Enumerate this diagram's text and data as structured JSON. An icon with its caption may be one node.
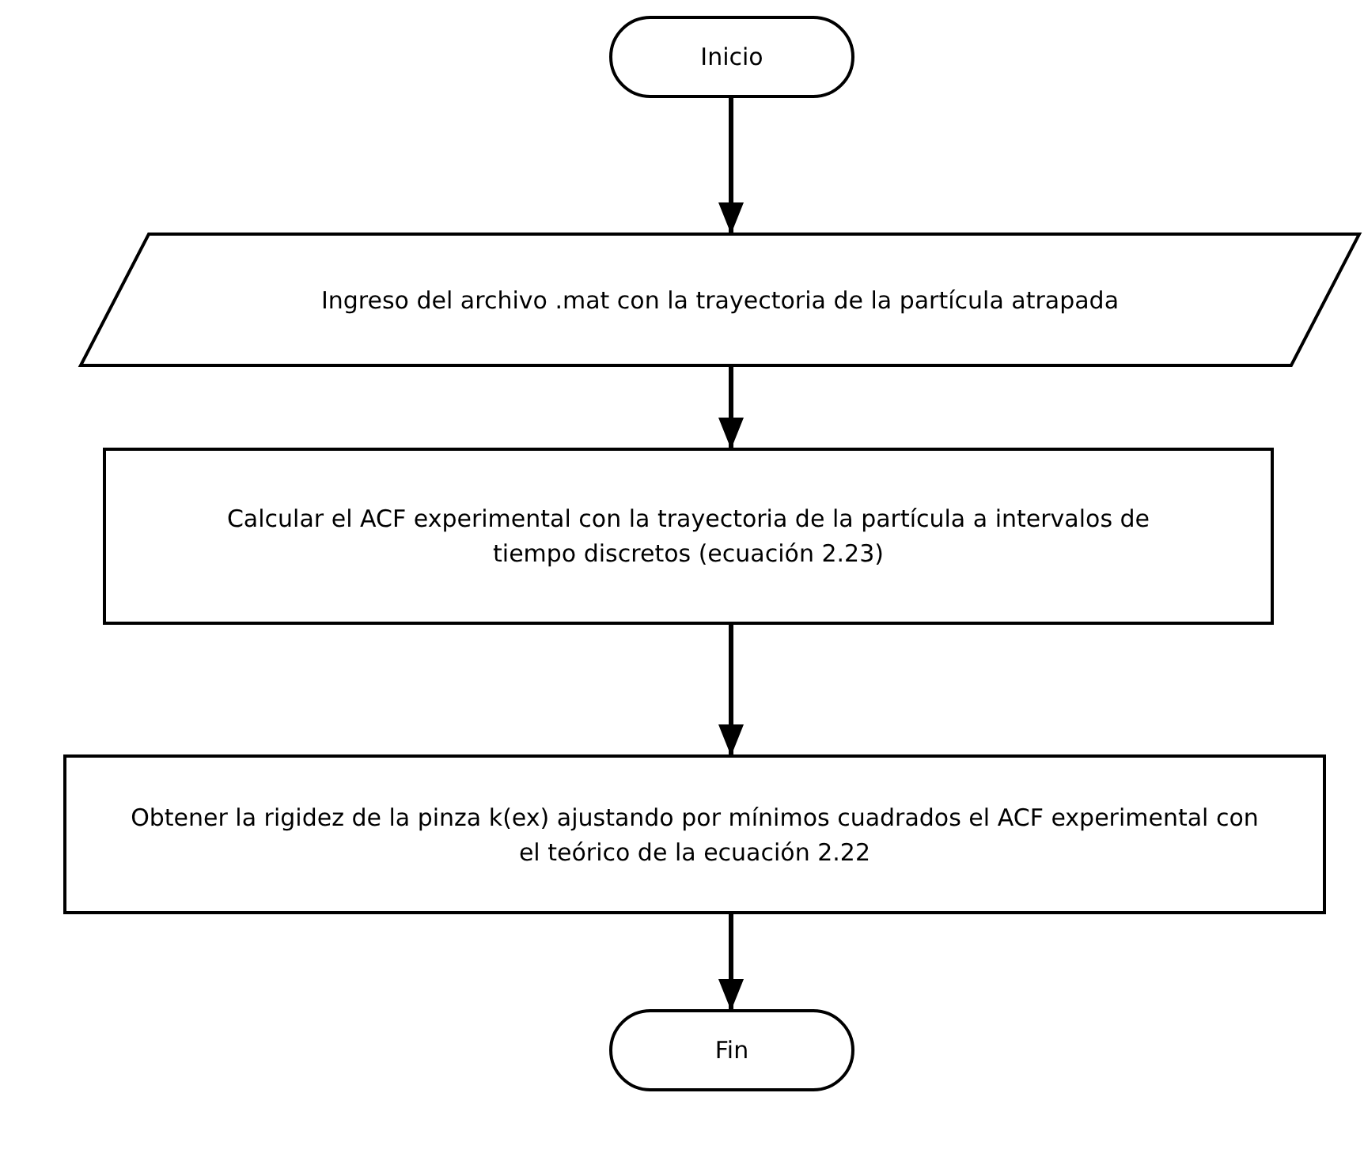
{
  "diagram": {
    "nodes": [
      {
        "text": [
          "Inicio"
        ]
      },
      {
        "text": [
          "Ingreso del archivo .mat con la trayectoria de la partícula atrapada"
        ]
      },
      {
        "text": [
          "Calcular el ACF experimental con la trayectoria de la partícula a intervalos de tiempo discretos (ecuación 2.23)"
        ]
      },
      {
        "text": [
          "Obtener la rigidez de la pinza k(ex) ajustando por mínimos cuadrados el ACF experimental con el teórico de la ecuación 2.22"
        ]
      },
      {
        "text": [
          "Fin"
        ]
      }
    ],
    "edges": [
      {
        "from": 0,
        "to": 1,
        "arrow": "to"
      },
      {
        "from": 1,
        "to": 2,
        "arrow": "to"
      },
      {
        "from": 2,
        "to": 3,
        "arrow": "to"
      },
      {
        "from": 3,
        "to": 4,
        "arrow": "to"
      }
    ]
  }
}
